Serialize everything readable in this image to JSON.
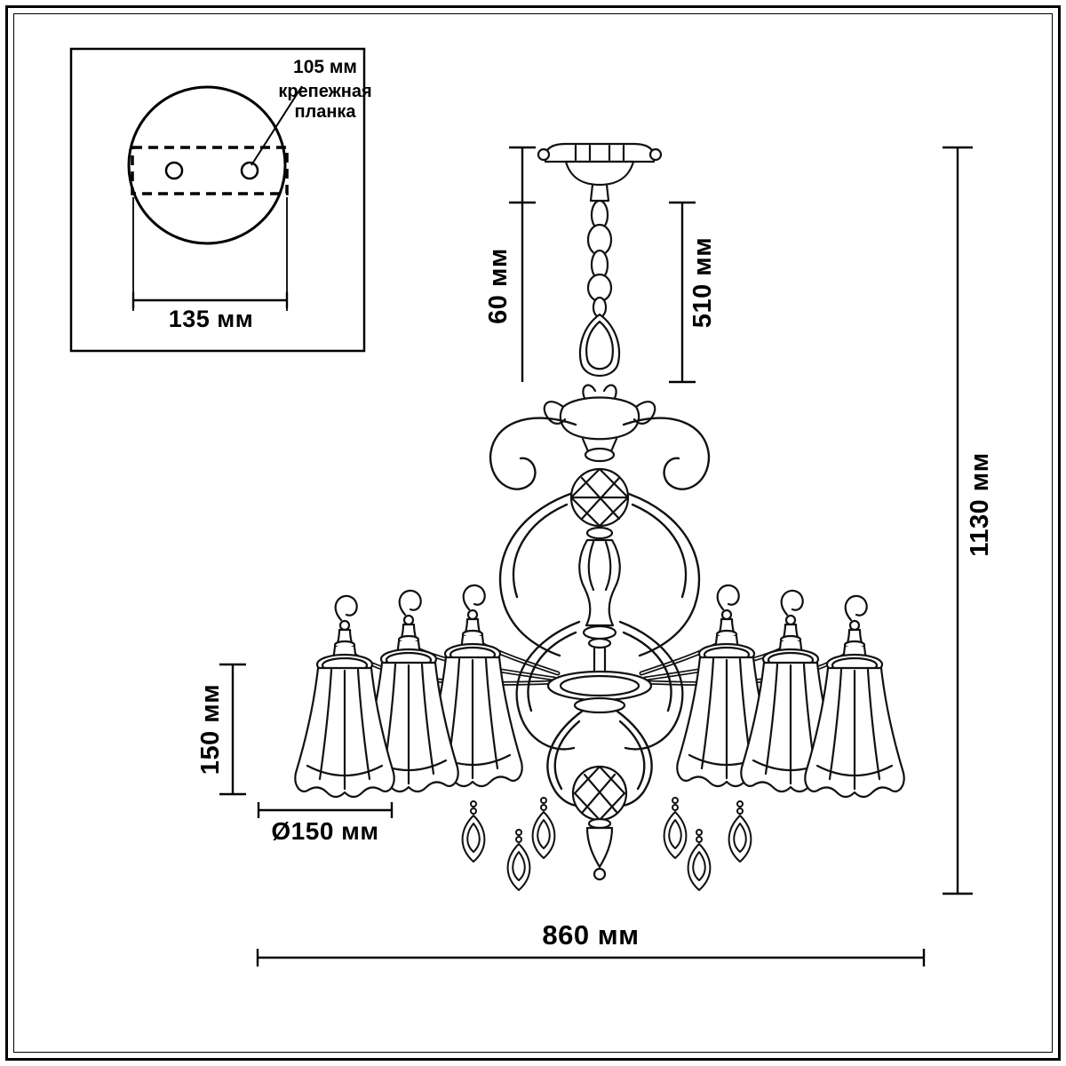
{
  "mount_inset": {
    "plate_width": "135 мм",
    "hole_spacing": "105 мм",
    "mount_label_line1": "крепежная",
    "mount_label_line2": "планка"
  },
  "dimensions": {
    "canopy_height": "60 мм",
    "suspension_length": "510 мм",
    "total_height": "1130 мм",
    "shade_height": "150 мм",
    "shade_diameter": "Ø150 мм",
    "fixture_width": "860 мм"
  }
}
